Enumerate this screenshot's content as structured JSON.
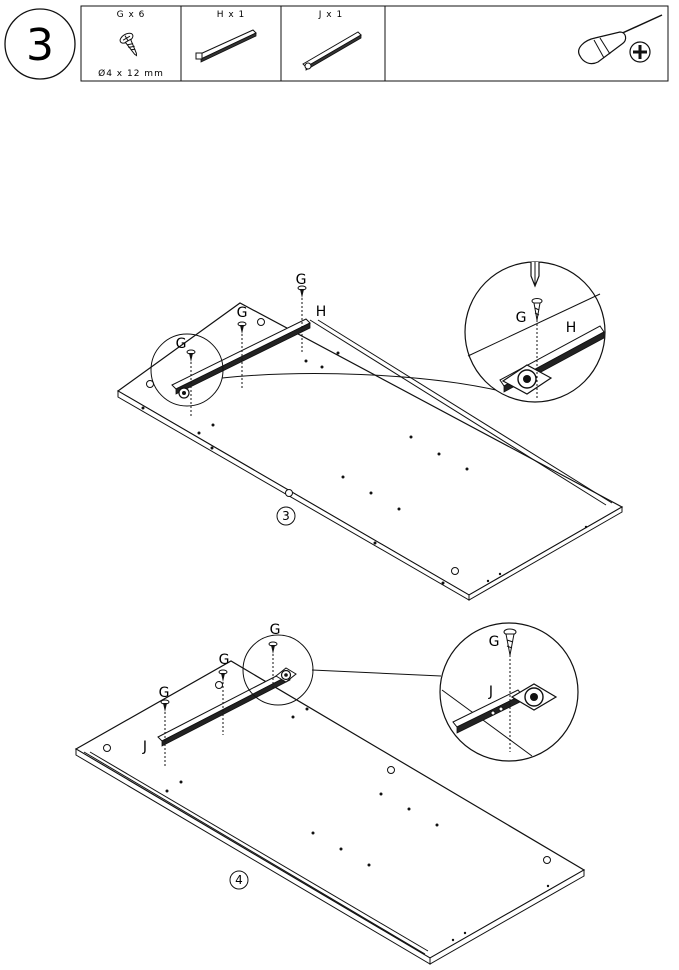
{
  "step": {
    "number": "3"
  },
  "parts": [
    {
      "qty_label": "G x 6",
      "size": "Ø4 x 12 mm",
      "icon": "screw-icon"
    },
    {
      "qty_label": "H x 1",
      "icon": "drawer-runner-h-icon"
    },
    {
      "qty_label": "J x 1",
      "icon": "drawer-runner-j-icon"
    }
  ],
  "tool": {
    "icon": "phillips-screwdriver-icon"
  },
  "diagram_top": {
    "panel_number": "3",
    "labels": {
      "screw_1": "G",
      "screw_2": "G",
      "screw_3": "G",
      "runner": "H",
      "detail_screw": "G",
      "detail_runner": "H"
    }
  },
  "diagram_bottom": {
    "panel_number": "4",
    "labels": {
      "screw_1": "G",
      "screw_2": "G",
      "screw_3": "G",
      "runner": "J",
      "detail_screw": "G",
      "detail_runner": "J"
    }
  }
}
